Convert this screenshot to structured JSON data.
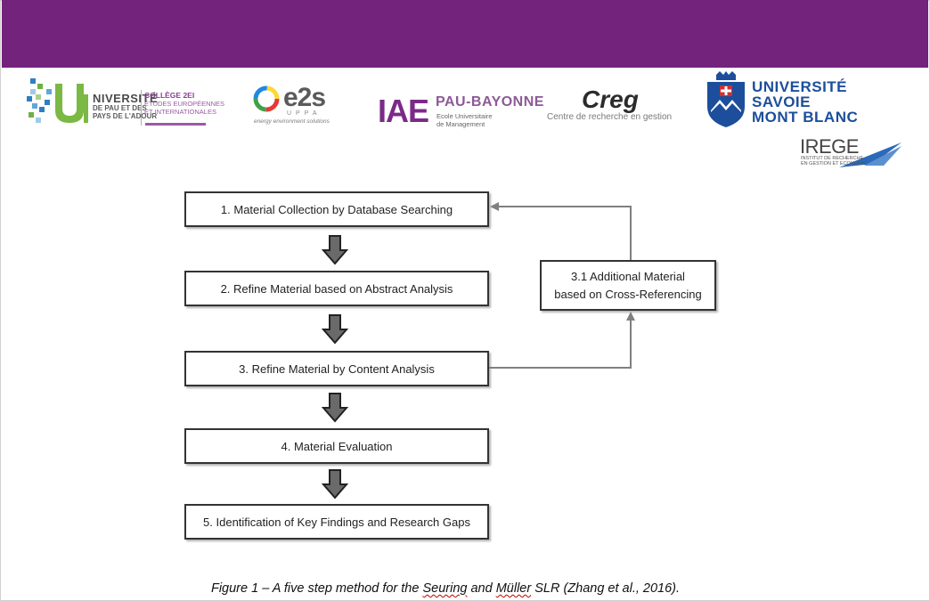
{
  "logos": {
    "uppa": {
      "word": "NIVERSITÉ",
      "line1": "DE PAU ET DES",
      "line2": "PAYS DE L'ADOUR",
      "college_title": "COLLÈGE 2EI",
      "college_line1": "ÉTUDES EUROPÉENNES",
      "college_line2": "ET INTERNATIONALES"
    },
    "e2s": {
      "name": "e2s",
      "sub": "UPPA",
      "tagline": "energy environment solutions"
    },
    "iae": {
      "mark": "IAE",
      "name": "PAU-BAYONNE",
      "line1": "Ecole Universitaire",
      "line2": "de Management"
    },
    "creg": {
      "name": "Creg",
      "tagline": "Centre de recherche en gestion"
    },
    "usmb": {
      "line1": "UNIVERSITÉ",
      "line2": "SAVOIE",
      "line3": "MONT BLANC"
    },
    "irege": {
      "name": "IREGE",
      "line1": "INSTITUT DE RECHERCHE",
      "line2": "EN GESTION ET ECONOMIE"
    }
  },
  "diagram": {
    "steps": [
      "1. Material Collection by Database Searching",
      "2. Refine Material based on Abstract Analysis",
      "3. Refine Material by Content Analysis",
      "4. Material Evaluation",
      "5. Identification of Key Findings and Research Gaps"
    ],
    "side_step": {
      "line1": "3.1 Additional Material",
      "line2": "based on Cross-Referencing"
    }
  },
  "caption": {
    "prefix": "Figure 1 – A five step method for the ",
    "author1": "Seuring",
    "mid": " and ",
    "author2": "Müller",
    "suffix": " SLR (Zhang et al., 2016)."
  },
  "colors": {
    "banner": "#74237d",
    "usmb_blue": "#1c4e9b",
    "iae_purple": "#7b2a87",
    "arrow": "#555555"
  }
}
